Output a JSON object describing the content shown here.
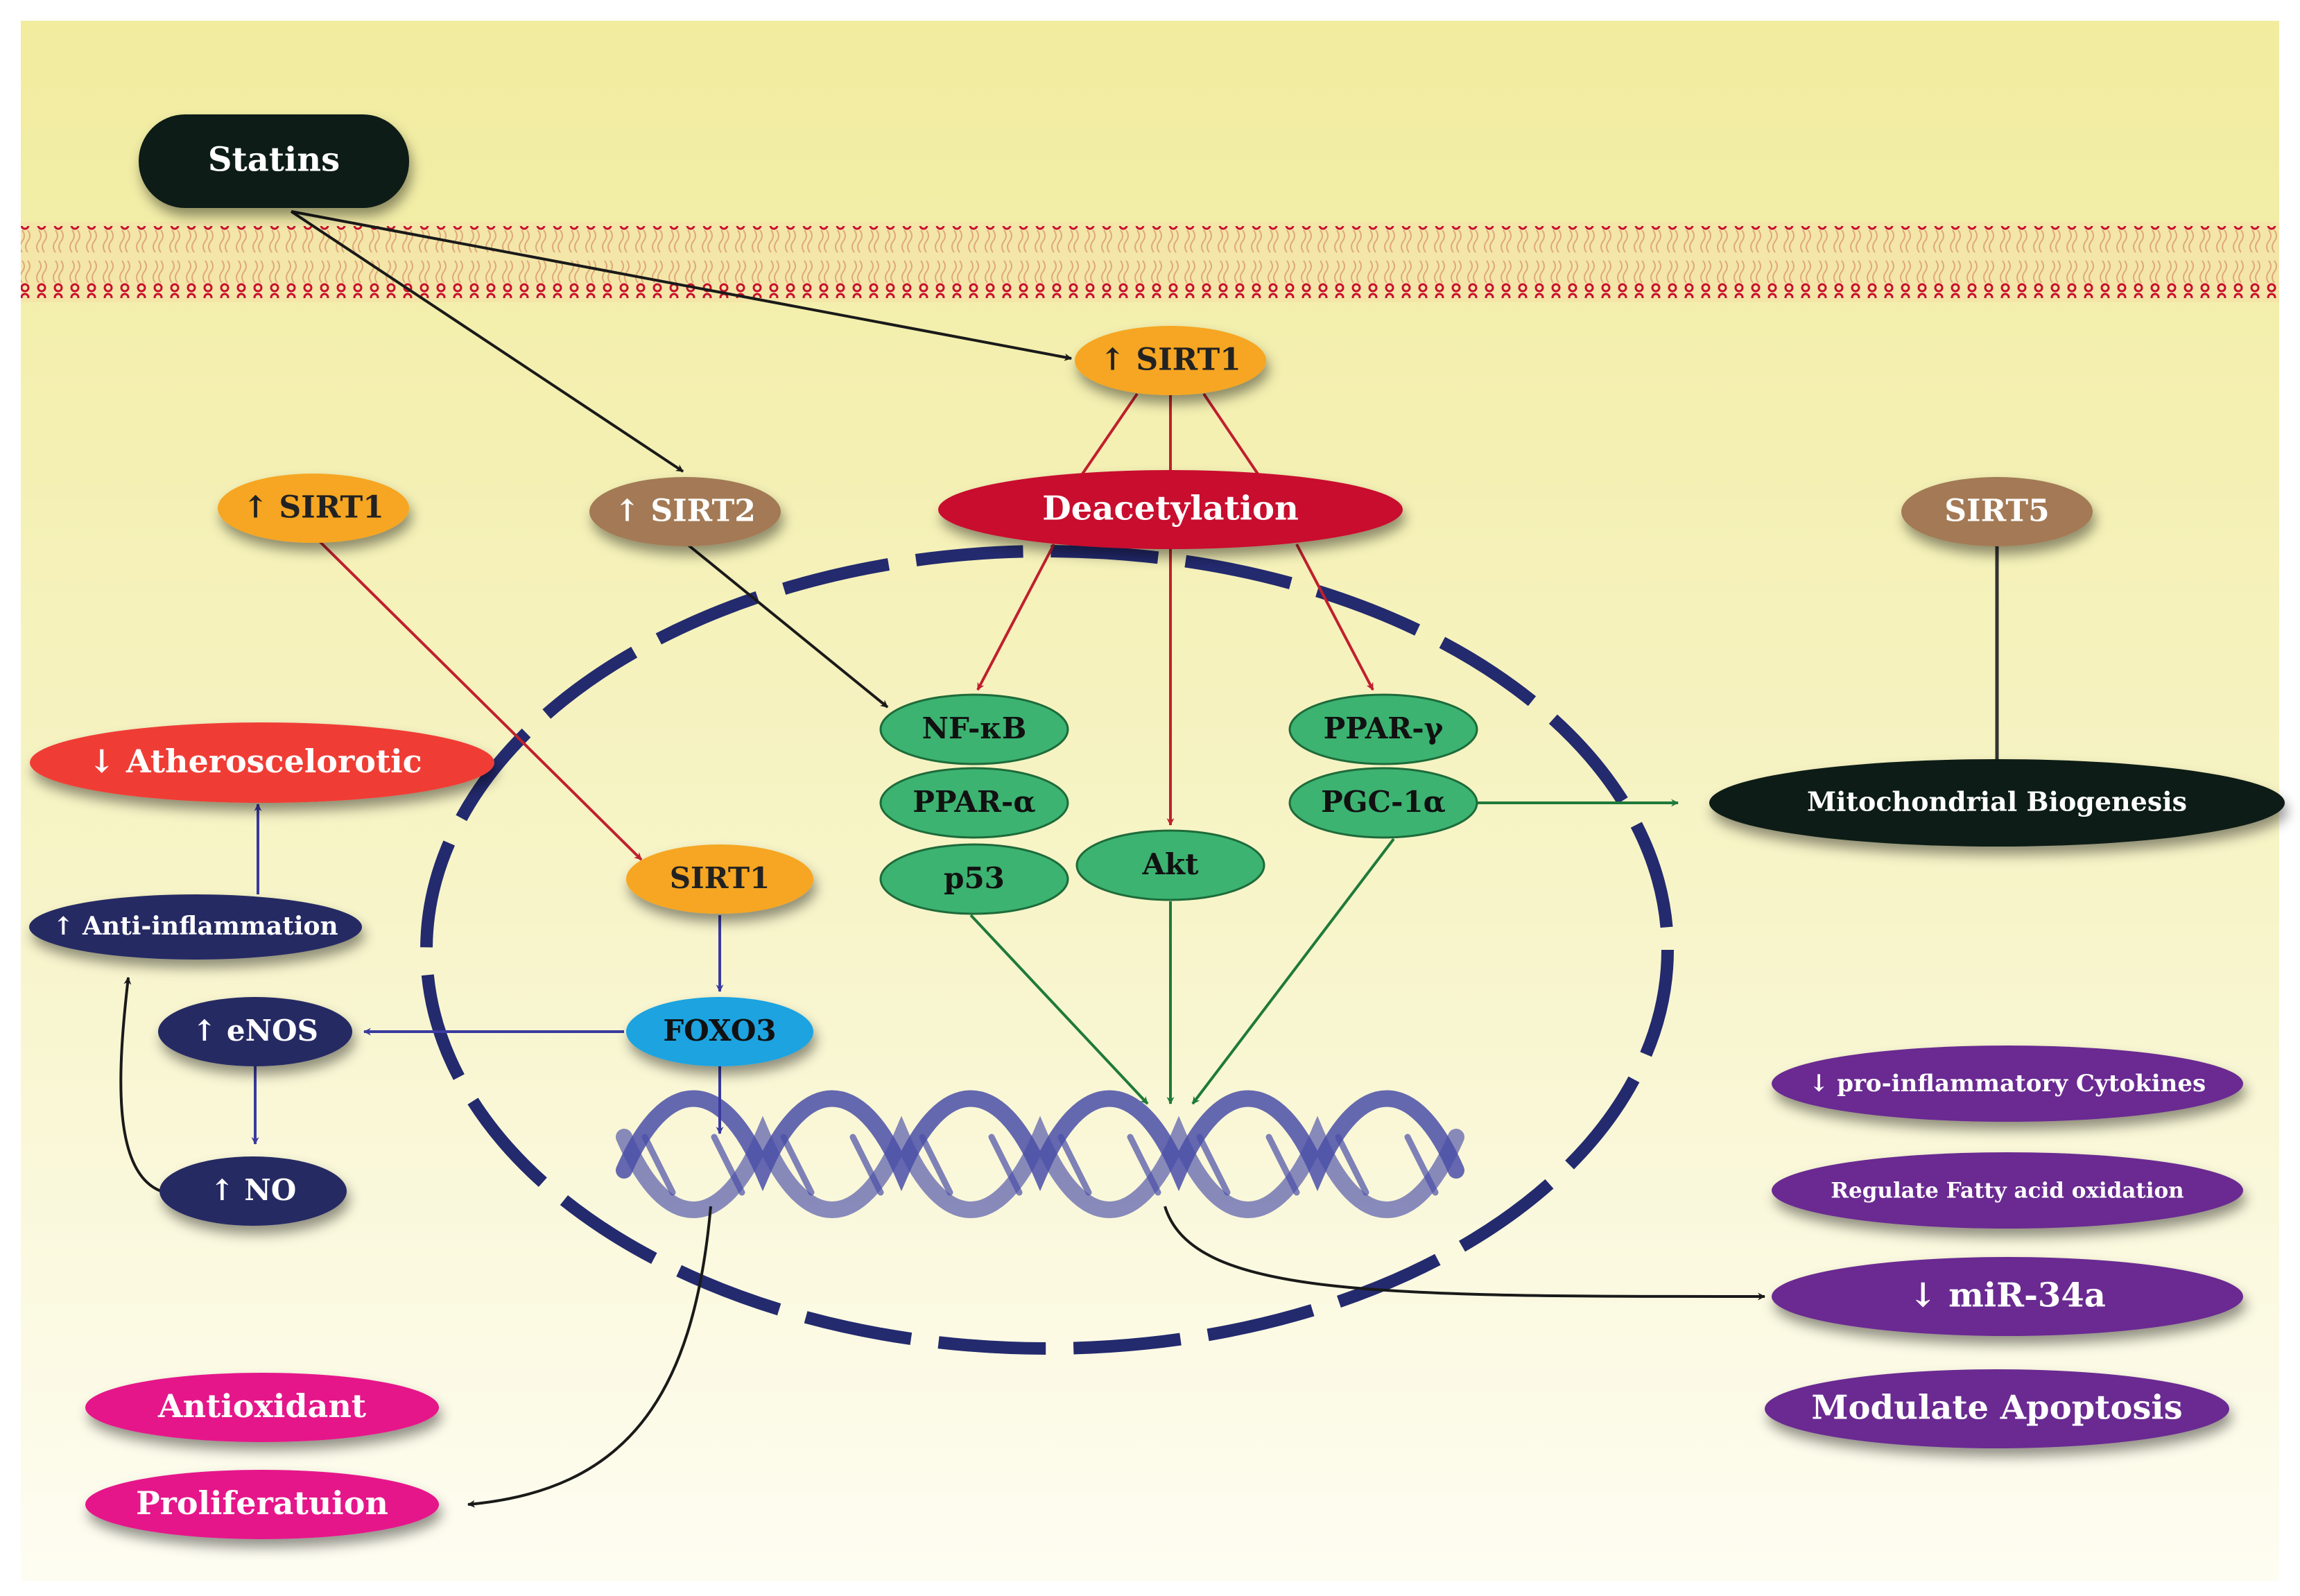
{
  "colors": {
    "background_top": "#f1ec9e",
    "background_bottom": "#fdfcec",
    "membrane": "#c8102e",
    "nucleus": "#232a6e",
    "orange_node": "#f6a623",
    "brown_node": "#a37a55",
    "red_node": "#c8102e",
    "green_node": "#3cb371",
    "blue_node": "#1aa3e0",
    "navy_node": "#252a63",
    "black_node": "#0e1a12",
    "purple_node": "#6b2c91",
    "pink_node": "#e5128a",
    "coral_node": "#ef3d36",
    "dna": "#4a4fa8"
  },
  "nodes": {
    "statins": "Statins",
    "sirt1_top": "↑ SIRT1",
    "sirt2": "↑ SIRT2",
    "sirt1_left": "↑ SIRT1",
    "deacetylation": "Deacetylation",
    "sirt5": "SIRT5",
    "nf_kb": "NF-κB",
    "ppar_alpha": "PPAR-α",
    "p53": "p53",
    "akt": "Akt",
    "ppar_gamma": "PPAR-γ",
    "pgc_1a": "PGC-1α",
    "mito_biogenesis": "Mitochondrial Biogenesis",
    "sirt1_nuclear": "SIRT1",
    "foxo3": "FOXO3",
    "atherosclerotic": "↓ Atheroscelorotic",
    "anti_inflammation": "↑ Anti-inflammation",
    "enos": "↑ eNOS",
    "no": "↑ NO",
    "cytokines": "↓ pro-inflammatory  Cytokines",
    "fatty_acid": "Regulate Fatty acid oxidation",
    "mir34a": "↓ miR-34a",
    "apoptosis": "Modulate Apoptosis",
    "antioxidant": "Antioxidant",
    "proliferation": "Proliferatuion"
  }
}
